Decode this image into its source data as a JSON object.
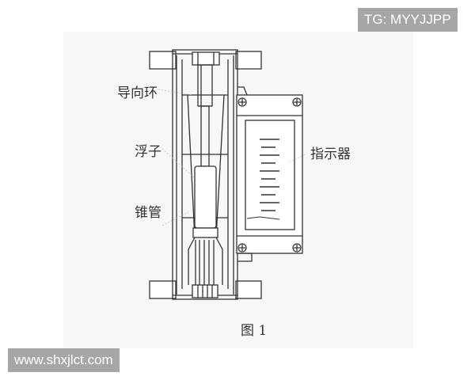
{
  "labels": {
    "guide_ring": "导向环",
    "float": "浮子",
    "taper_tube": "锥管",
    "indicator": "指示器"
  },
  "caption": "图 1",
  "watermarks": {
    "top_right": "TG: MYYJJPP",
    "bottom_left": "www.shxjlct.com"
  },
  "colors": {
    "line": "#333333",
    "panel": "#f7f7f7",
    "watermark_bg": "#a6a6a6"
  }
}
